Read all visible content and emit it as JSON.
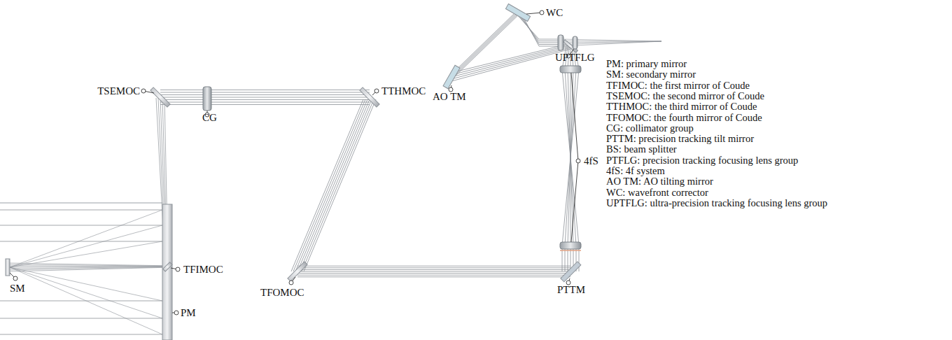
{
  "diagram": {
    "labels": [
      "WC",
      "UPTFLG",
      "TSEMOC",
      "CG",
      "TTHMOC",
      "AO TM",
      "4fS",
      "TFIMOC",
      "SM",
      "TFOMOC",
      "PTTM",
      "PM",
      "PM: primary mirror",
      "SM: secondary mirror",
      "TFIMOC: the first mirror of Coude",
      "TSEMOC: the second mirror of Coude",
      "TTHMOC: the third mirror of Coude",
      "TFOMOC: the fourth mirror of Coude",
      "CG: collimator group",
      "PTTM: precision tracking tilt mirror",
      "BS: beam splitter",
      "PTFLG: precision tracking focusing lens group",
      "4fS: 4f system",
      "AO TM: AO tilting mirror",
      "WC: wavefront corrector",
      "UPTFLG: ultra-precision tracking focusing lens group"
    ]
  }
}
